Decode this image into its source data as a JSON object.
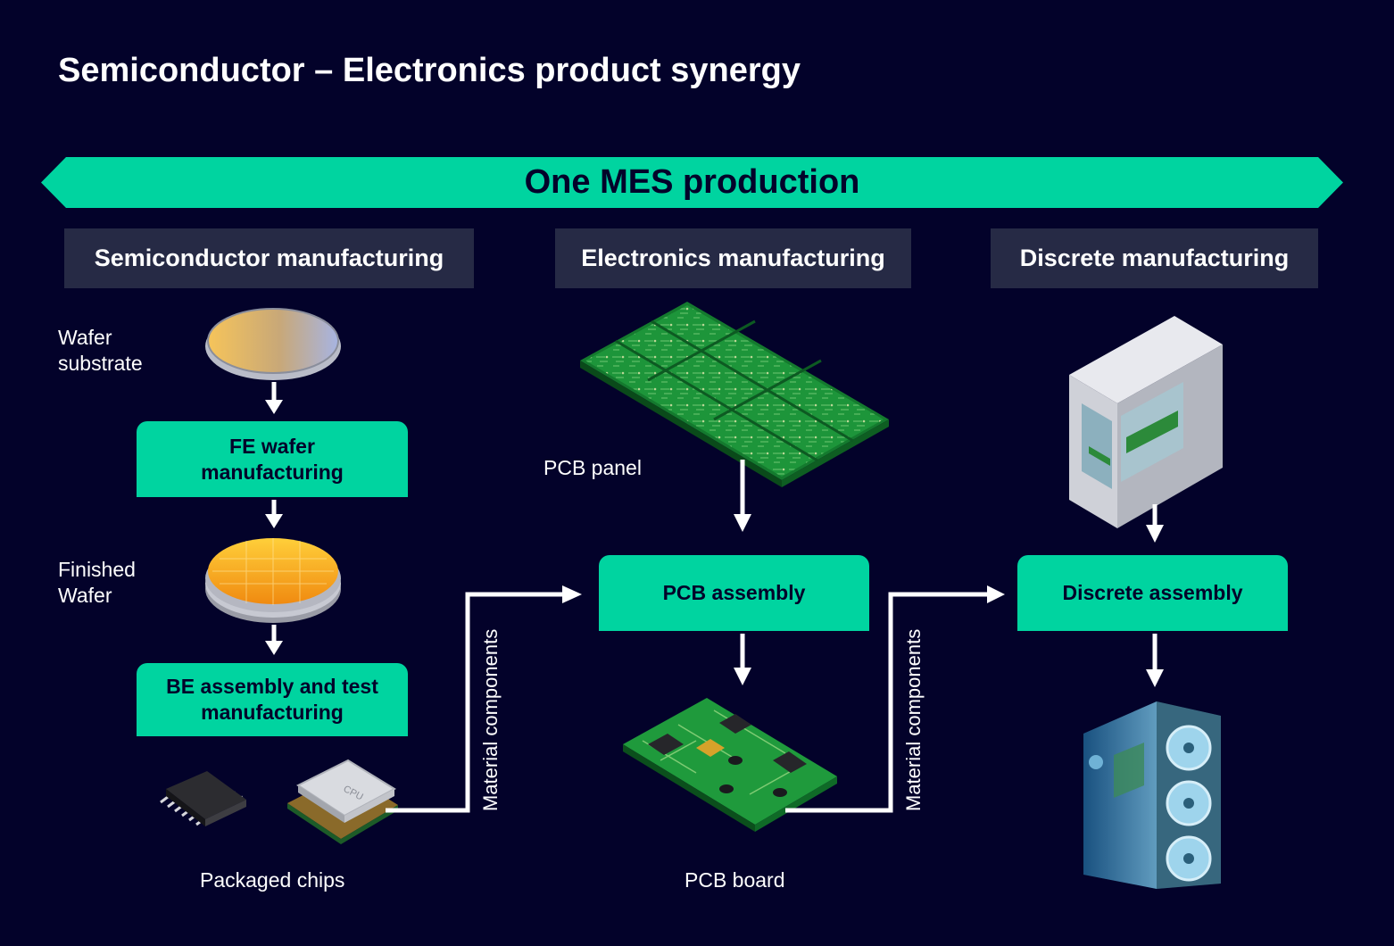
{
  "title": "Semiconductor – Electronics product synergy",
  "banner": "One MES production",
  "columns": [
    {
      "heading": "Semiconductor manufacturing"
    },
    {
      "heading": "Electronics manufacturing"
    },
    {
      "heading": "Discrete manufacturing"
    }
  ],
  "semiconductor": {
    "wafer_substrate": "Wafer\nsubstrate",
    "fe_box": "FE wafer\nmanufacturing",
    "finished_wafer": "Finished\nWafer",
    "be_box": "BE assembly and test\nmanufacturing",
    "packaged_chips": "Packaged chips",
    "cpu_text": "CPU"
  },
  "electronics": {
    "pcb_panel": "PCB panel",
    "assembly_box": "PCB assembly",
    "pcb_board": "PCB board"
  },
  "discrete": {
    "assembly_box": "Discrete assembly"
  },
  "connectors": {
    "material_1": "Material components",
    "material_2": "Material components"
  },
  "colors": {
    "background": "#03022a",
    "accent": "#00d4a0",
    "header_bg": "#262a45",
    "text": "#ffffff"
  }
}
